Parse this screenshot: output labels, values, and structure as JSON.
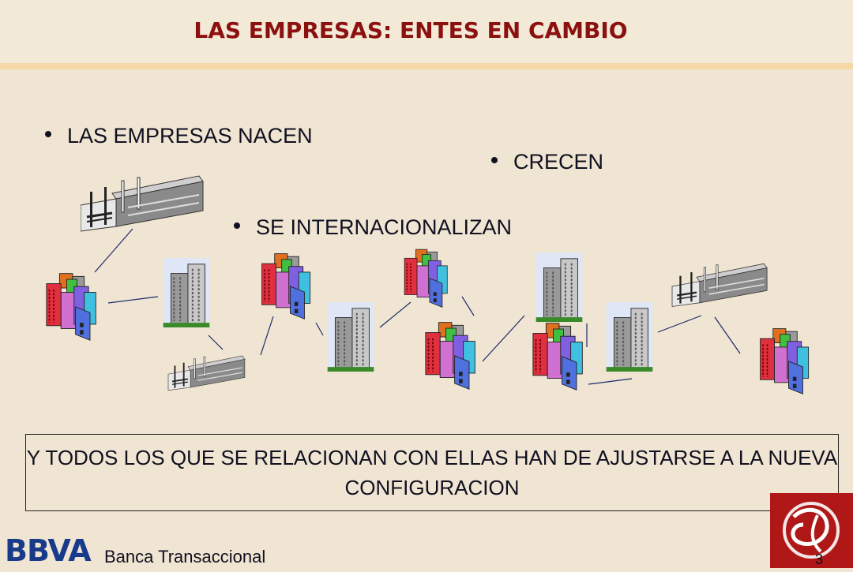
{
  "header": {
    "title": "LAS EMPRESAS: ENTES EN CAMBIO"
  },
  "bullets": {
    "nacen": "LAS EMPRESAS NACEN",
    "crecen": "CRECEN",
    "internacionalizan": "SE INTERNACIONALIZAN"
  },
  "callout": {
    "text": "Y TODOS LOS QUE SE RELACIONAN CON ELLAS HAN DE AJUSTARSE A LA NUEVA CONFIGURACION"
  },
  "footer": {
    "brand": "BBVA",
    "label": "Banca Transaccional",
    "page_number": "3"
  },
  "colors": {
    "title": "#8b1010",
    "brand": "#173a8a",
    "emblem": "#b01818",
    "background": "#efe5d2"
  }
}
